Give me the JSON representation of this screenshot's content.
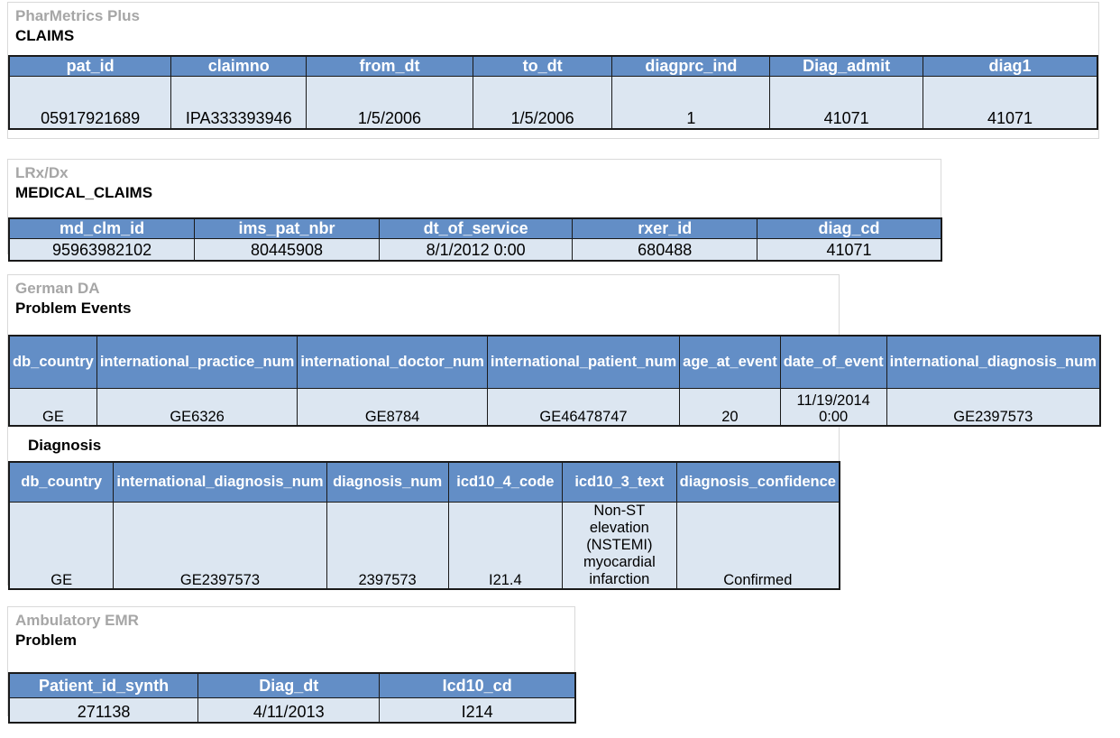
{
  "sections": [
    {
      "source": "PharMetrics Plus",
      "table_title": "CLAIMS",
      "columns": [
        "pat_id",
        "claimno",
        "from_dt",
        "to_dt",
        "diagprc_ind",
        "Diag_admit",
        "diag1"
      ],
      "rows": [
        [
          "05917921689",
          "IPA333393946",
          "1/5/2006",
          "1/5/2006",
          "1",
          "41071",
          "41071"
        ]
      ]
    },
    {
      "source": "LRx/Dx",
      "table_title": "MEDICAL_CLAIMS",
      "columns": [
        "md_clm_id",
        "ims_pat_nbr",
        "dt_of_service",
        "rxer_id",
        "diag_cd"
      ],
      "rows": [
        [
          "95963982102",
          "80445908",
          "8/1/2012 0:00",
          "680488",
          "41071"
        ]
      ]
    },
    {
      "source": "German DA",
      "table_title": "Problem Events",
      "columns": [
        "db_country",
        "international_practice_num",
        "international_doctor_num",
        "international_patient_num",
        "age_at_event",
        "date_of_event",
        "international_diagnosis_num"
      ],
      "rows": [
        [
          "GE",
          "GE6326",
          "GE8784",
          "GE46478747",
          "20",
          "11/19/2014 0:00",
          "GE2397573"
        ]
      ],
      "second_table_title": "Diagnosis",
      "second_columns": [
        "db_country",
        "international_diagnosis_num",
        "diagnosis_num",
        "icd10_4_code",
        "icd10_3_text",
        "diagnosis_confidence"
      ],
      "second_rows": [
        [
          "GE",
          "GE2397573",
          "2397573",
          "I21.4",
          "Non-ST elevation (NSTEMI) myocardial infarction",
          "Confirmed"
        ]
      ]
    },
    {
      "source": "Ambulatory EMR",
      "table_title": "Problem",
      "columns": [
        "Patient_id_synth",
        "Diag_dt",
        "Icd10_cd"
      ],
      "rows": [
        [
          "271138",
          "4/11/2013",
          "I214"
        ]
      ]
    }
  ],
  "colors": {
    "header_blue": "#638ec6",
    "cell_blue": "#dce6f1",
    "source_label_gray": "#a6a6a6",
    "grid_line": "#1a1a1a"
  }
}
